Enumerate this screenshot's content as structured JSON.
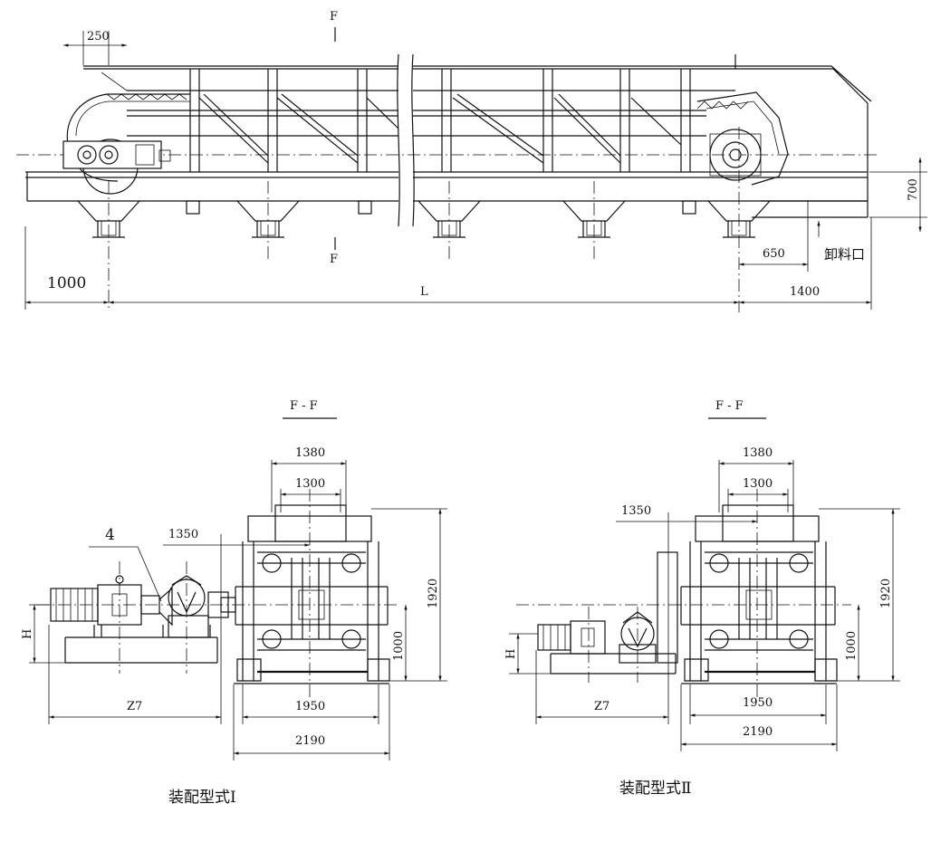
{
  "elevation": {
    "section_mark": "F",
    "dim_top_left": "250",
    "dim_left_offset": "1000",
    "dim_length": "L",
    "dim_outlet_offset": "650",
    "dim_right": "1400",
    "dim_height": "700",
    "outlet_label": "卸料口"
  },
  "section_views": [
    {
      "title": "F - F",
      "dim_top_outer": "1380",
      "dim_top_inner": "1300",
      "dim_drive_offset": "1350",
      "dim_total_height": "1920",
      "dim_frame_height": "1000",
      "dim_base_inner": "1950",
      "dim_base_outer": "2190",
      "dim_drive_length": "Z7",
      "dim_drive_height": "H",
      "callout": "4",
      "caption": "装配型式Ⅰ"
    },
    {
      "title": "F - F",
      "dim_top_outer": "1380",
      "dim_top_inner": "1300",
      "dim_drive_offset": "1350",
      "dim_total_height": "1920",
      "dim_frame_height": "1000",
      "dim_base_inner": "1950",
      "dim_base_outer": "2190",
      "dim_drive_length": "Z7",
      "dim_drive_height": "H",
      "caption": "装配型式Ⅱ"
    }
  ]
}
